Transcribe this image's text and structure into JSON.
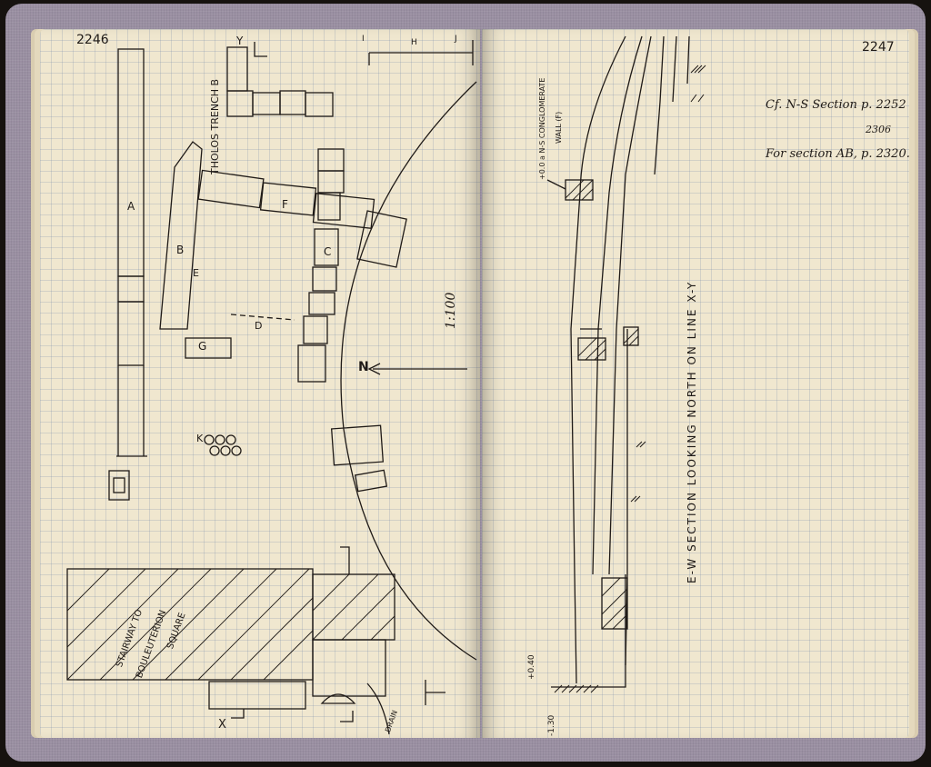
{
  "left_page": {
    "page_number": "2246",
    "labels": {
      "tholos_trench": "THOLOS TRENCH B",
      "scale": "1:100",
      "north": "N",
      "stairway": "STAIRWAY TO",
      "bouleuterion": "BOULEUTERION",
      "square": "SQUARE",
      "letter_a": "A",
      "letter_b": "B",
      "letter_c": "C",
      "letter_d": "D",
      "letter_e": "E",
      "letter_f": "F",
      "letter_g": "G",
      "letter_k": "K",
      "letter_x": "X",
      "letter_y": "Y",
      "letter_i": "I",
      "letter_h": "H",
      "letter_j": "J",
      "drain": "DRAIN"
    }
  },
  "right_page": {
    "page_number": "2247",
    "notes": {
      "line1": "Cf. N-S Section p. 2252",
      "line2": "2306",
      "line3": "For section AB, p. 2320."
    },
    "section_title": "E-W SECTION LOOKING NORTH ON LINE X-Y",
    "wall_label_1": "+0.0 a  N-S CONGLOMERATE",
    "wall_label_2": "WALL (F)",
    "elev_1": "+0.40",
    "elev_2": "-1.30"
  }
}
